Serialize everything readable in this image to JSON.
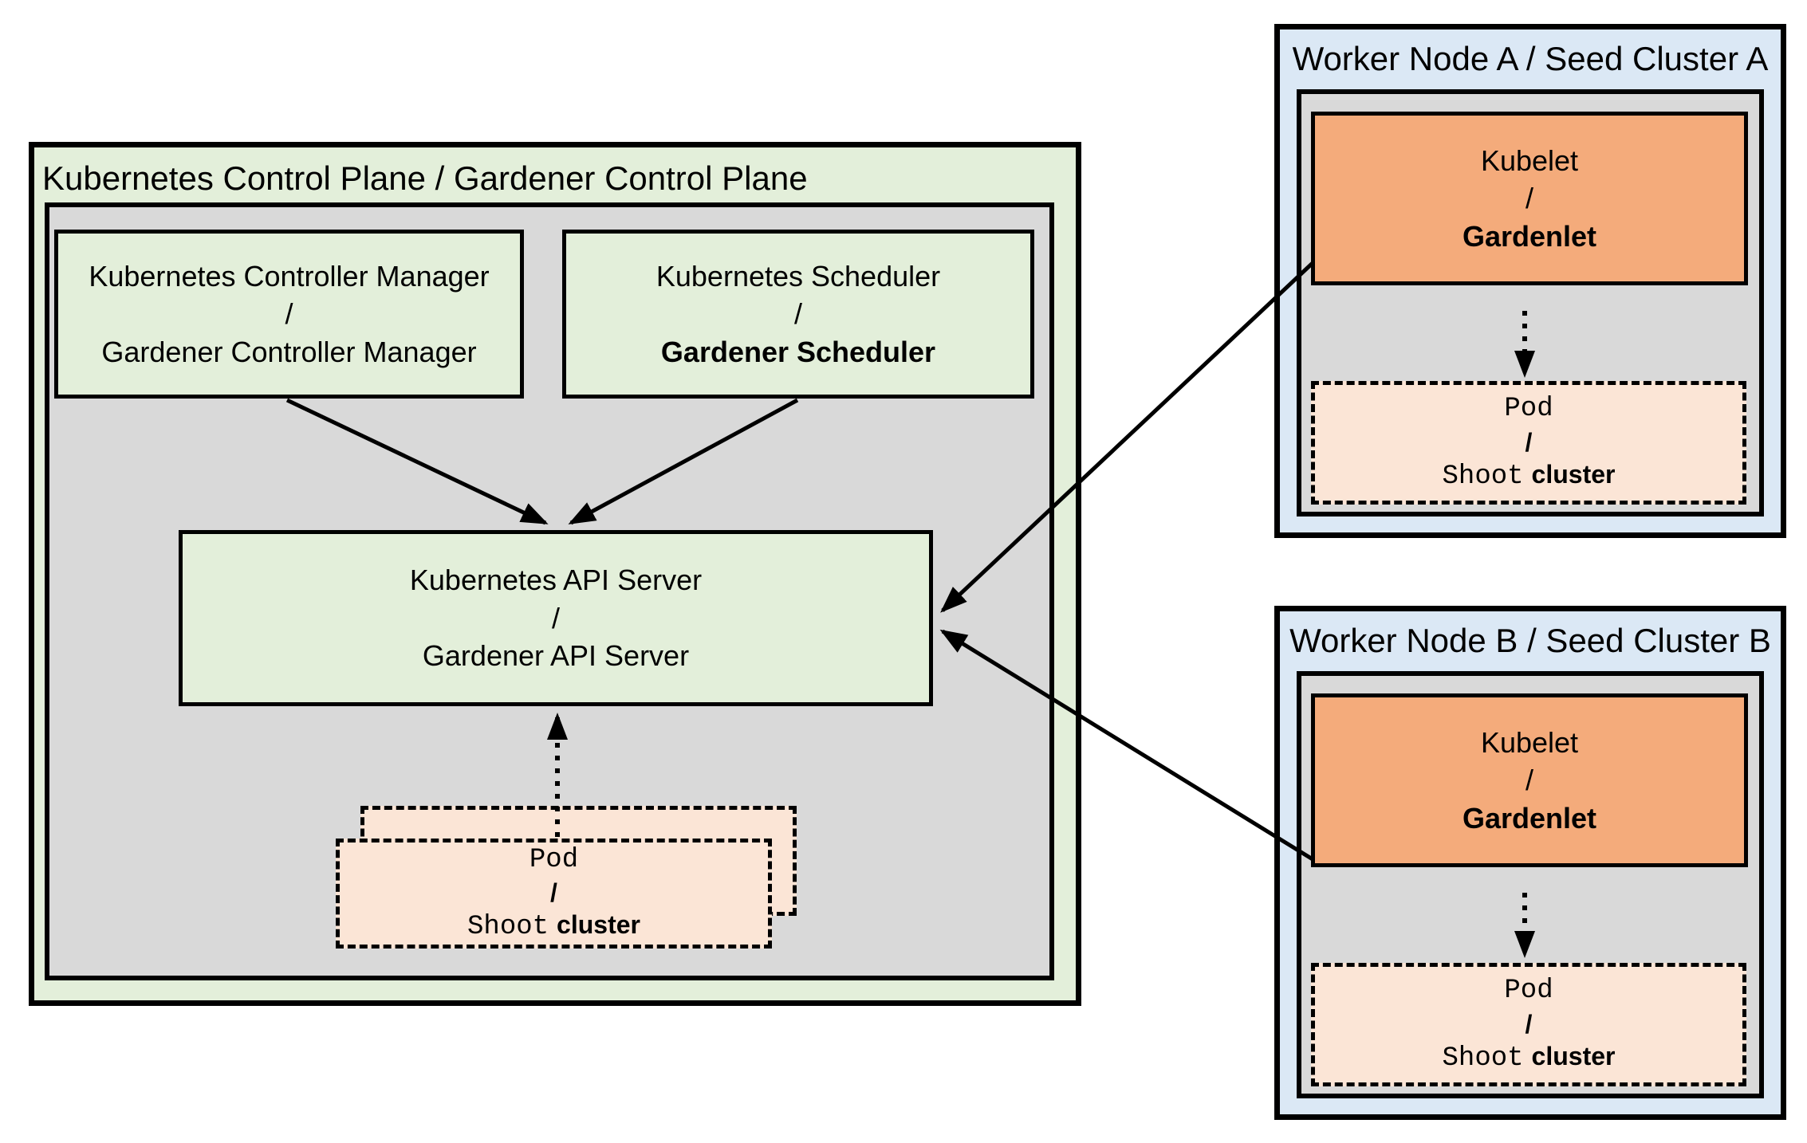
{
  "colors": {
    "green-fill": "#e3efda",
    "gray-fill": "#d9d9d9",
    "blue-fill": "#dbe8f5",
    "orange-fill": "#f4ab7b",
    "peach-fill": "#fbe5d6",
    "border": "#000000"
  },
  "control_plane": {
    "title": "Kubernetes Control Plane / Gardener Control Plane",
    "controller_manager": {
      "line1": "Kubernetes Controller Manager",
      "separator": "/",
      "line2": "Gardener Controller Manager"
    },
    "scheduler": {
      "line1": "Kubernetes Scheduler",
      "separator": "/",
      "line2": "Gardener Scheduler"
    },
    "api_server": {
      "line1": "Kubernetes API Server",
      "separator": "/",
      "line2": "Gardener API Server"
    },
    "pod": {
      "line1": "Pod",
      "separator": "/",
      "line2_mono": "Shoot",
      "line2_sans": "cluster"
    }
  },
  "worker_node_a": {
    "title": "Worker Node A / Seed Cluster A",
    "kubelet": {
      "line1": "Kubelet",
      "separator": "/",
      "line2": "Gardenlet"
    },
    "pod": {
      "line1": "Pod",
      "separator": "/",
      "line2_mono": "Shoot",
      "line2_sans": "cluster"
    }
  },
  "worker_node_b": {
    "title": "Worker Node B / Seed Cluster B",
    "kubelet": {
      "line1": "Kubelet",
      "separator": "/",
      "line2": "Gardenlet"
    },
    "pod": {
      "line1": "Pod",
      "separator": "/",
      "line2_mono": "Shoot",
      "line2_sans": "cluster"
    }
  }
}
